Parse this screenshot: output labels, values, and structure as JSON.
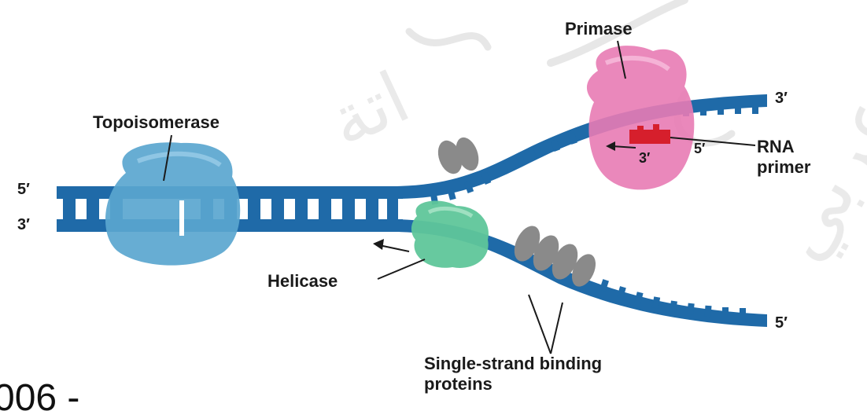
{
  "labels": {
    "topoisomerase": "Topoisomerase",
    "primase": "Primase",
    "helicase": "Helicase",
    "ssb": "Single-strand binding",
    "ssb_line2": "proteins",
    "rna": "RNA",
    "rna_line2": "primer",
    "five_prime_left": "5′",
    "three_prime_left": "3′",
    "three_prime_top": "3′",
    "five_prime_bottom": "5′",
    "primer_three": "3′",
    "primer_five": "5′"
  },
  "watermark": {
    "text1": "اتة",
    "text2": "عربي"
  },
  "footer": {
    "partial_text": "006 -"
  },
  "colors": {
    "dna": "#1f6aa8",
    "dna_dark": "#134b7c",
    "rungs": "#ffffff",
    "topoisomerase": "#5aa6cf",
    "primase": "#e87bb4",
    "helicase": "#5fc69a",
    "ssb": "#8a8a8a",
    "rna_primer": "#d61f2c"
  }
}
